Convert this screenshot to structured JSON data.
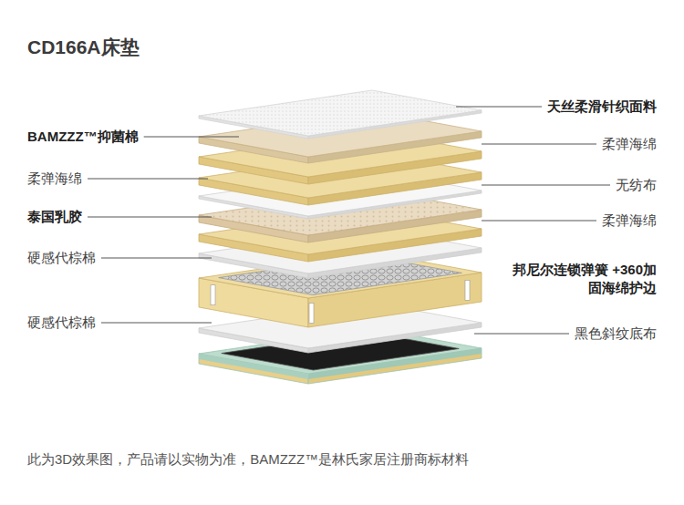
{
  "diagram": {
    "title": "CD166A床垫",
    "caption": "此为3D效果图，产品请以实物为准，BAMZZZ™是林氏家居注册商标材料",
    "labels": [
      "天丝柔滑针织面料",
      "BAMZZZ™抑菌棉",
      "柔弹海绵",
      "柔弹海绵",
      "无纺布",
      "泰国乳胶",
      "柔弹海绵",
      "硬感代棕棉",
      "邦尼尔连锁弹簧 +360加固海绵护边",
      "硬感代棕棉",
      "黑色斜纹底布"
    ]
  }
}
